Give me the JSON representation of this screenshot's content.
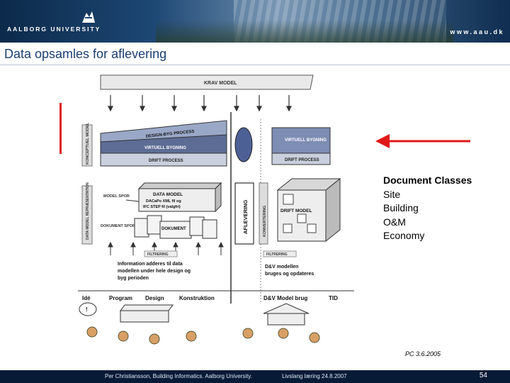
{
  "header": {
    "university": "AALBORG UNIVERSITY",
    "url": "www.aau.dk"
  },
  "slide": {
    "title": "Data opsamles for aflevering"
  },
  "diagram": {
    "krav_model": "KRAV MODEL",
    "design_byg_process": "DESIGN-BYG PROCESS",
    "virtuell_bygning": "VIRTUELL BYGNING",
    "drift_process": "DRIFT PROCESS",
    "conceptual_model": "KONCEPTUEL MODEL",
    "data_model_rep": "DATA MODEL REPRÆSENTATION",
    "model_spor": "MODEL SPOR",
    "data_model": "DATA MODEL",
    "dacapo": "DACaPo XML fil og",
    "ifc_step": "IFC STEP fil (valgfri)",
    "dokument_spor": "DOKUMENT SPOR",
    "dokument": "DOKUMENT",
    "aflevering": "AFLEVERING",
    "konvertering": "KONVERTERING",
    "drift_model": "DRIFT MODEL",
    "filtrering_left": "FILTRERING",
    "filtrering_right": "FILTRERING",
    "info_text": [
      "Information adderes til data",
      "modellen under hele design og",
      "byg perioden"
    ],
    "dv_text": [
      "D&V modellen",
      "bruges og opdateres"
    ],
    "phases": [
      "Idé",
      "Program",
      "Design",
      "Konstruktion",
      "D&V Model brug",
      "TID"
    ],
    "bubble": "!"
  },
  "document_classes": {
    "heading": "Document Classes",
    "items": [
      "Site",
      "Building",
      "O&M",
      "Economy"
    ]
  },
  "credit": "PC 3.6.2005",
  "footer": {
    "author": "Per Christiansson, Building Informatics. Aalborg University.",
    "course": "Livslang læring 24.8.2007",
    "page": "54"
  }
}
